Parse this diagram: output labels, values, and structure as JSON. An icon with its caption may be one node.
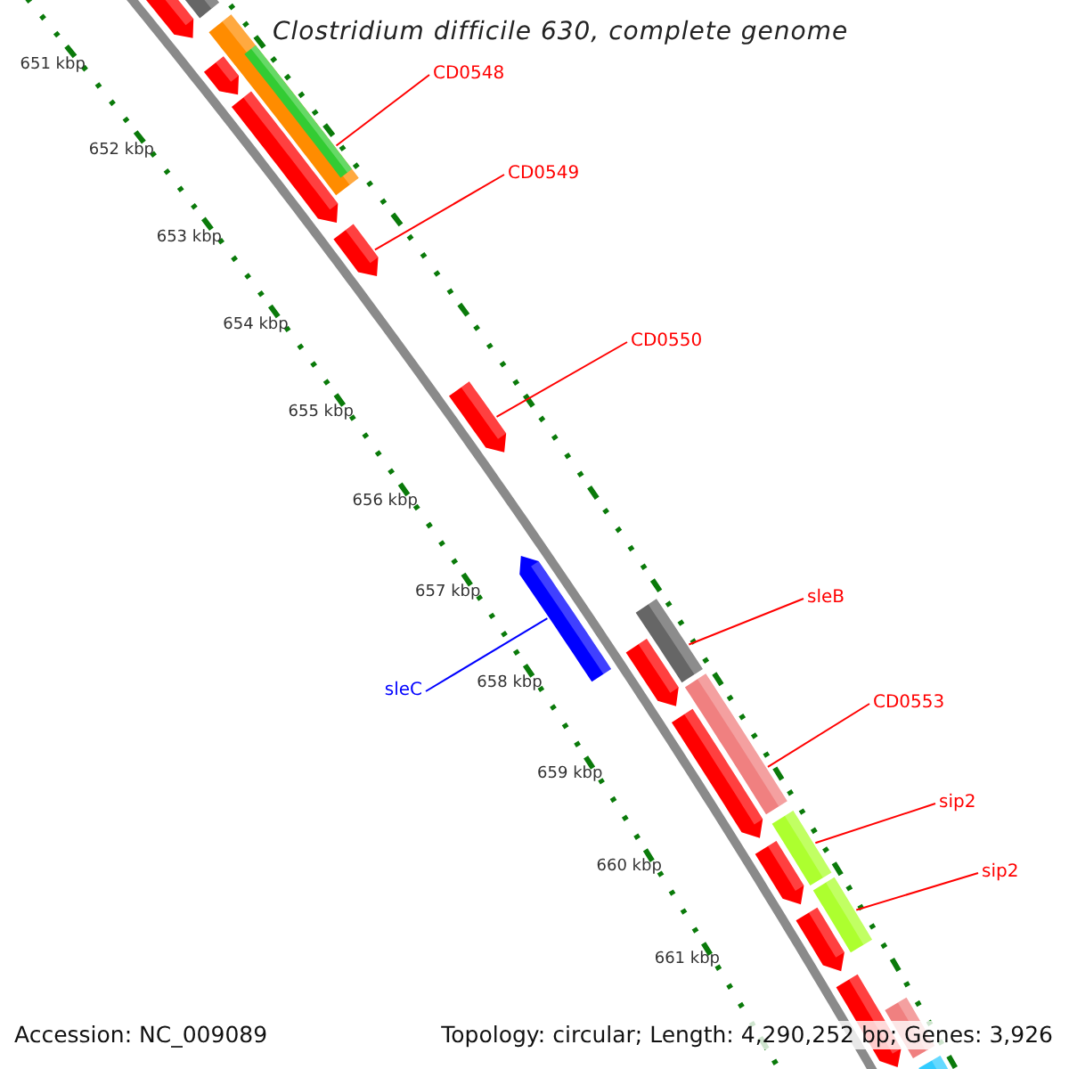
{
  "diagram": {
    "title": "Clostridium difficile 630, complete genome",
    "nodes": [
      {
        "text": [
          "CD0548"
        ]
      },
      {
        "text": [],
        "shape": "bar"
      },
      {
        "text": [
          "CD0549"
        ]
      },
      {
        "text": [],
        "shape": "bar"
      },
      {
        "text": [
          "CD0550"
        ]
      },
      {
        "text": [],
        "shape": "bar"
      },
      {
        "text": [
          "sleC"
        ]
      },
      {
        "text": [],
        "shape": "bar"
      },
      {
        "text": [
          "sleB"
        ]
      },
      {
        "text": [],
        "shape": "bar"
      },
      {
        "text": [
          "CD0553"
        ]
      },
      {
        "text": [],
        "shape": "bar"
      },
      {
        "text": [
          "sip2"
        ]
      },
      {
        "text": [],
        "shape": "bar"
      },
      {
        "text": [
          "sip2"
        ]
      },
      {
        "text": [],
        "shape": "bar"
      }
    ],
    "edges": [
      {
        "from": 0,
        "to": 1,
        "arrow": "none"
      },
      {
        "from": 2,
        "to": 3,
        "arrow": "none"
      },
      {
        "from": 4,
        "to": 5,
        "arrow": "none"
      },
      {
        "from": 6,
        "to": 7,
        "arrow": "none",
        "color": "#0000ff"
      },
      {
        "from": 8,
        "to": 9,
        "arrow": "none"
      },
      {
        "from": 10,
        "to": 11,
        "arrow": "none"
      },
      {
        "from": 12,
        "to": 13,
        "arrow": "none"
      },
      {
        "from": 14,
        "to": 15,
        "arrow": "none"
      }
    ],
    "labels": [
      "651 kbp",
      "652 kbp",
      "653 kbp",
      "654 kbp",
      "655 kbp",
      "656 kbp",
      "657 kbp",
      "658 kbp",
      "659 kbp",
      "660 kbp",
      "661 kbp",
      "Accession: NC_009089",
      "Topology: circular; Length: 4,290,252 bp; Genes: 3,926"
    ]
  }
}
